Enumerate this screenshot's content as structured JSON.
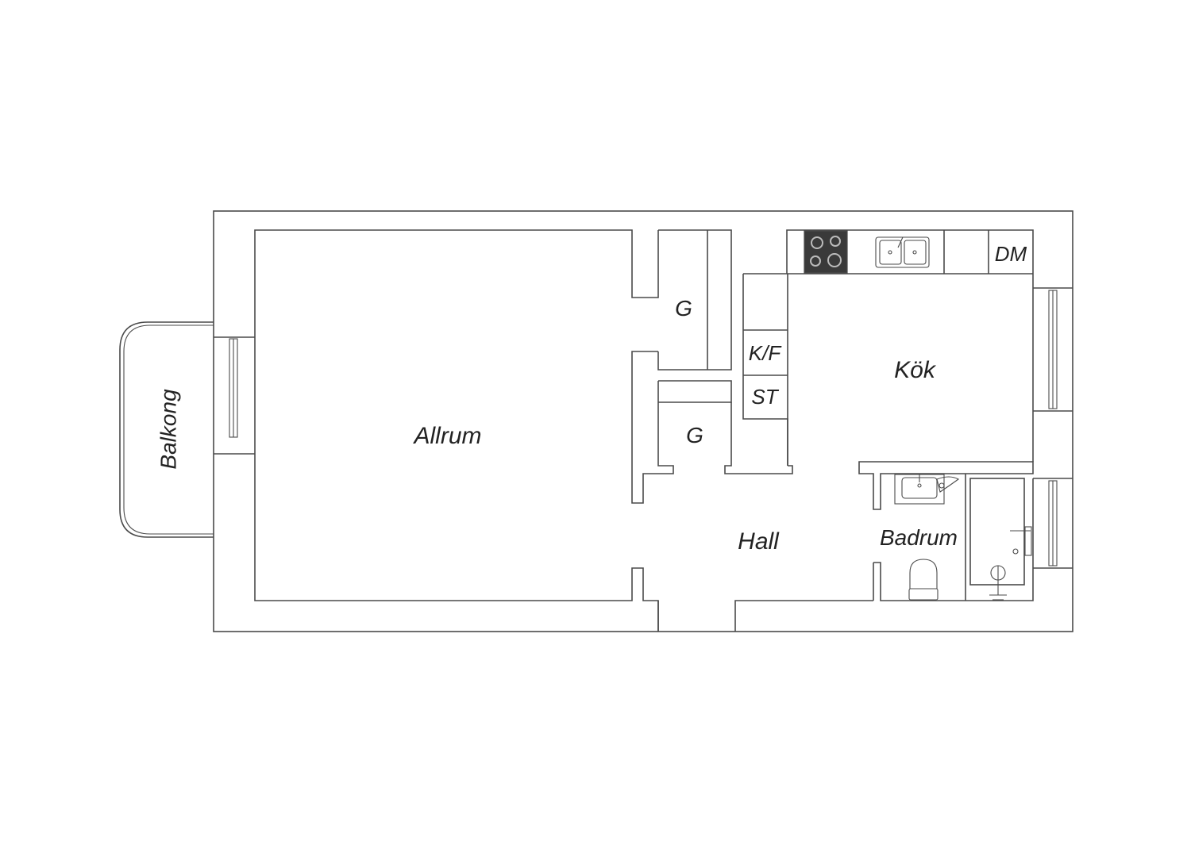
{
  "rooms": {
    "allrum": "Allrum",
    "balkong": "Balkong",
    "garderob_1": "G",
    "garderob_2": "G",
    "kok": "Kök",
    "kyl_frys": "K/F",
    "stad": "ST",
    "diskmaskin": "DM",
    "hall": "Hall",
    "badrum": "Badrum"
  },
  "colors": {
    "wall_stroke": "#4a4a4a",
    "stove_fill": "#3a3a3a",
    "background": "#ffffff"
  }
}
